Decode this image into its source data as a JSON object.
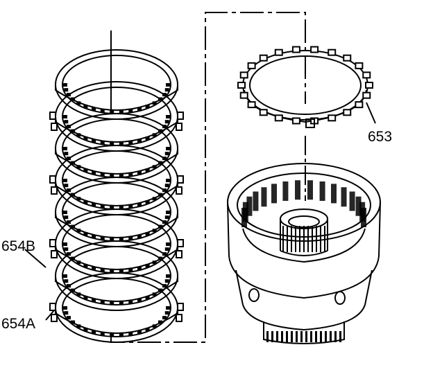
{
  "labels": {
    "part_653": "653",
    "part_654b": "654B",
    "part_654a": "654A"
  },
  "colors": {
    "ink": "#000000",
    "paper": "#ffffff"
  }
}
